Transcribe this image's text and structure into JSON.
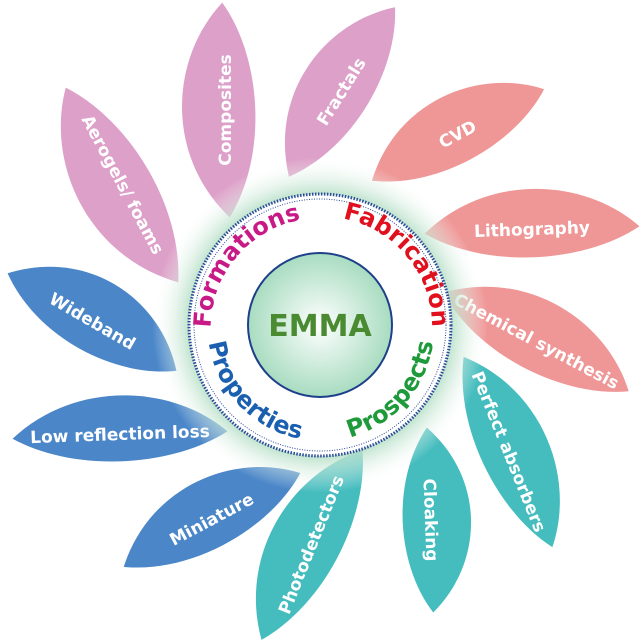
{
  "center": {
    "label": "EMMA",
    "color": "#4a8a30"
  },
  "ring": [
    {
      "label": "Formations",
      "color": "#c81a86"
    },
    {
      "label": "Fabrication",
      "color": "#e0101e"
    },
    {
      "label": "Prospects",
      "color": "#1e9a3a"
    },
    {
      "label": "Properties",
      "color": "#1a5fb0"
    }
  ],
  "petals": [
    {
      "label": "Aerogels/ foams",
      "group": "Formations",
      "color": "#dda0c8"
    },
    {
      "label": "Composites",
      "group": "Formations",
      "color": "#dda0c8"
    },
    {
      "label": "Fractals",
      "group": "Formations",
      "color": "#dda0c8"
    },
    {
      "label": "CVD",
      "group": "Fabrication",
      "color": "#ef9696"
    },
    {
      "label": "Lithography",
      "group": "Fabrication",
      "color": "#ef9696"
    },
    {
      "label": "Chemical synthesis",
      "group": "Fabrication",
      "color": "#ef9696"
    },
    {
      "label": "Perfect absorbers",
      "group": "Prospects",
      "color": "#45bcbe"
    },
    {
      "label": "Cloaking",
      "group": "Prospects",
      "color": "#45bcbe"
    },
    {
      "label": "Photodetectors",
      "group": "Prospects",
      "color": "#45bcbe"
    },
    {
      "label": "Miniature",
      "group": "Properties",
      "color": "#4a86c8"
    },
    {
      "label": "Low reflection loss",
      "group": "Properties",
      "color": "#4a86c8"
    },
    {
      "label": "Wideband",
      "group": "Properties",
      "color": "#4a86c8"
    }
  ]
}
